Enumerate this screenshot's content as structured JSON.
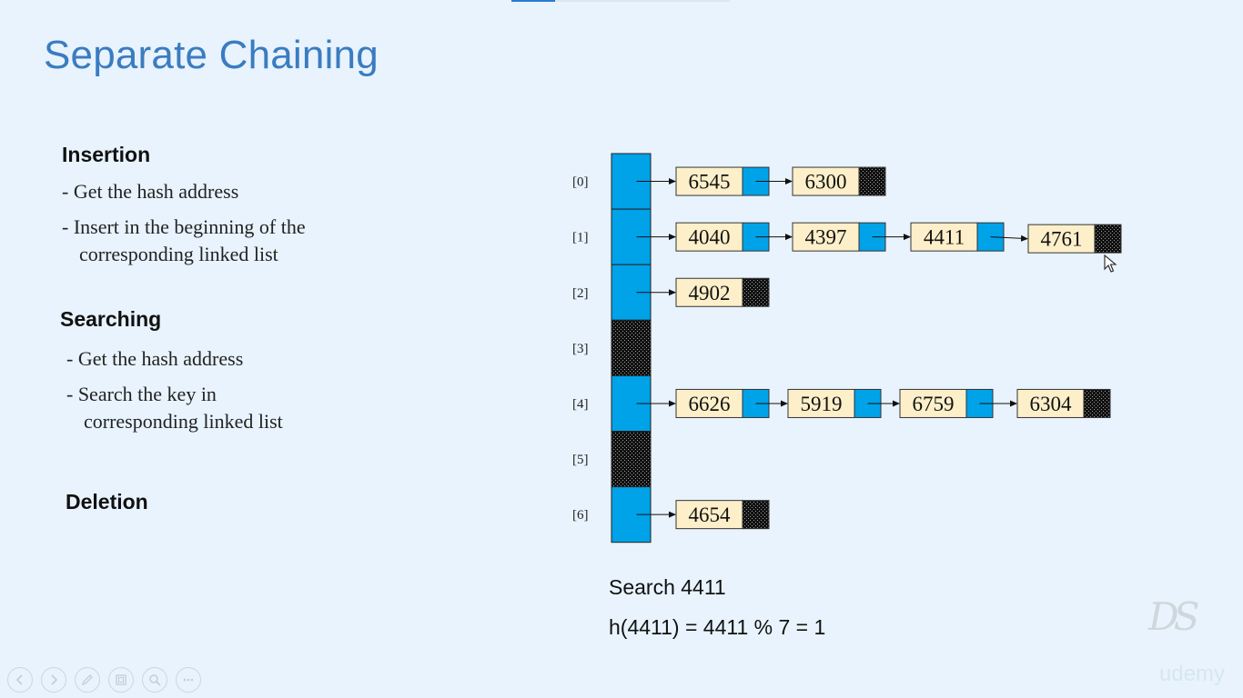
{
  "slide": {
    "title": "Separate Chaining",
    "insertion": {
      "heading": "Insertion",
      "bullet1": "- Get the hash address",
      "bullet2": "- Insert in the beginning of the",
      "bullet2_cont": "corresponding linked list"
    },
    "searching": {
      "heading": "Searching",
      "bullet1": "- Get the hash address",
      "bullet2": "- Search the key in",
      "bullet2_cont": "corresponding linked list"
    },
    "deletion": {
      "heading": "Deletion"
    },
    "search_caption": "Search 4411",
    "formula": "h(4411) = 4411 % 7 = 1",
    "logo_text": "DS",
    "watermark": "udemy"
  },
  "hash_table": {
    "buckets": [
      {
        "index": "[0]",
        "empty": false,
        "chain": [
          "6545",
          "6300"
        ]
      },
      {
        "index": "[1]",
        "empty": false,
        "chain": [
          "4040",
          "4397",
          "4411",
          "4761"
        ]
      },
      {
        "index": "[2]",
        "empty": false,
        "chain": [
          "4902"
        ]
      },
      {
        "index": "[3]",
        "empty": true,
        "chain": []
      },
      {
        "index": "[4]",
        "empty": false,
        "chain": [
          "6626",
          "5919",
          "6759",
          "6304"
        ]
      },
      {
        "index": "[5]",
        "empty": true,
        "chain": []
      },
      {
        "index": "[6]",
        "empty": false,
        "chain": [
          "4654"
        ]
      }
    ]
  },
  "colors": {
    "title": "#3a7cc1",
    "bucket_fill": "#00a2e8",
    "node_fill": "#fcefc9",
    "null_fill": "#111111",
    "background": "#e8f3fd"
  },
  "controls": [
    {
      "icon": "previous-icon"
    },
    {
      "icon": "next-icon"
    },
    {
      "icon": "pen-icon"
    },
    {
      "icon": "slides-icon"
    },
    {
      "icon": "zoom-icon"
    },
    {
      "icon": "more-icon"
    }
  ]
}
